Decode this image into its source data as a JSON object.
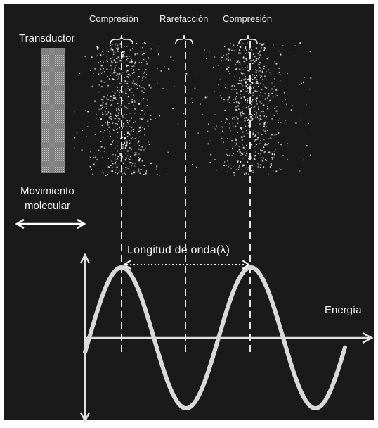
{
  "labels": {
    "compression_left": "Compresión",
    "rarefaction": "Rarefacción",
    "compression_right": "Compresión",
    "transducer": "Transductor",
    "molecular_movement_line1": "Movimiento",
    "molecular_movement_line2": "molecular",
    "wavelength": "Longitud de onda(λ)",
    "energy": "Energía"
  },
  "colors": {
    "background": "#1a1a1a",
    "frame": "#ffffff",
    "text": "#f2f2f2",
    "wave": "#d9d9d9",
    "particles": "#ffffff",
    "transducer": "#8c8c8c"
  },
  "icons": {
    "double_arrow": "left-right-arrow-icon",
    "axis_arrows": "arrowhead-icon"
  }
}
